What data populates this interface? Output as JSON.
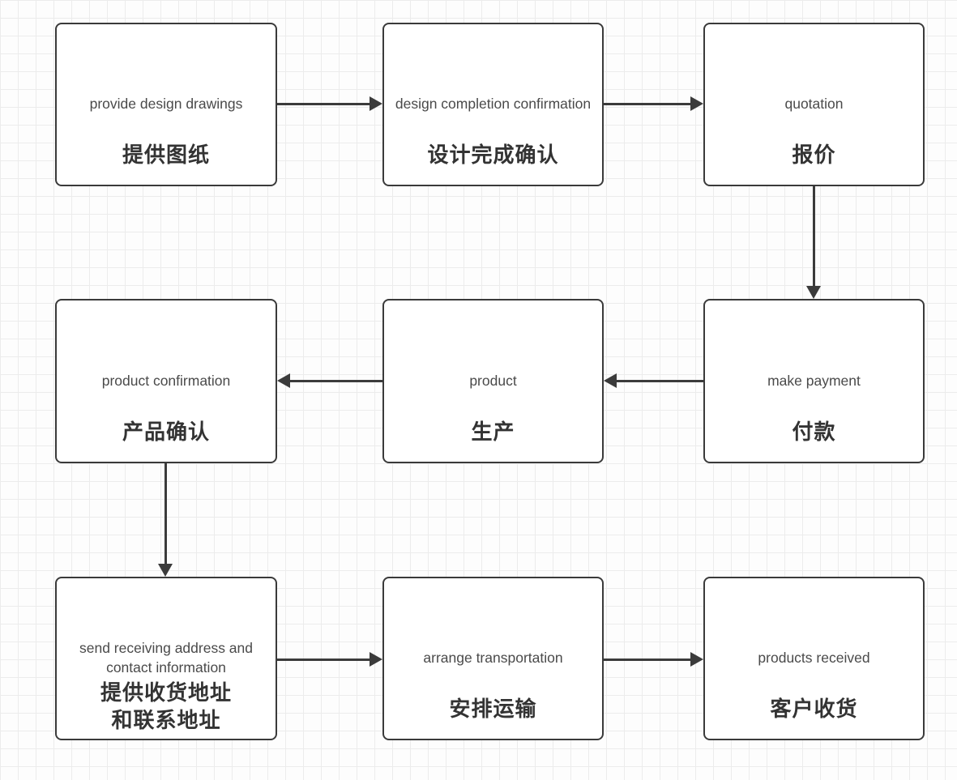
{
  "canvas": {
    "background": "#fdfdfd",
    "grid_color": "#ececec",
    "node_fill": "#ffffff",
    "node_border": "#3a3a3a",
    "arrow_color": "#3b3b3b",
    "en_text_color": "#4a4a4a",
    "zh_text_color": "#333333"
  },
  "nodes": [
    {
      "id": "provide-design-drawings",
      "en": "provide design drawings",
      "zh": "提供图纸"
    },
    {
      "id": "design-completion-confirmation",
      "en": "design completion confirmation",
      "zh": "设计完成确认"
    },
    {
      "id": "quotation",
      "en": "quotation",
      "zh": "报价"
    },
    {
      "id": "product-confirmation",
      "en": "product confirmation",
      "zh": "产品确认"
    },
    {
      "id": "product",
      "en": "product",
      "zh": "生产"
    },
    {
      "id": "make-payment",
      "en": "make payment",
      "zh": "付款"
    },
    {
      "id": "send-receiving-address",
      "en": "send receiving address and contact information",
      "zh": "提供收货地址\n和联系地址"
    },
    {
      "id": "arrange-transportation",
      "en": "arrange transportation",
      "zh": "安排运输"
    },
    {
      "id": "products-received",
      "en": "products received",
      "zh": "客户收货"
    }
  ],
  "edges": [
    {
      "from": "provide-design-drawings",
      "to": "design-completion-confirmation",
      "direction": "right"
    },
    {
      "from": "design-completion-confirmation",
      "to": "quotation",
      "direction": "right"
    },
    {
      "from": "quotation",
      "to": "make-payment",
      "direction": "down"
    },
    {
      "from": "make-payment",
      "to": "product",
      "direction": "left"
    },
    {
      "from": "product",
      "to": "product-confirmation",
      "direction": "left"
    },
    {
      "from": "product-confirmation",
      "to": "send-receiving-address",
      "direction": "down"
    },
    {
      "from": "send-receiving-address",
      "to": "arrange-transportation",
      "direction": "right"
    },
    {
      "from": "arrange-transportation",
      "to": "products-received",
      "direction": "right"
    }
  ]
}
